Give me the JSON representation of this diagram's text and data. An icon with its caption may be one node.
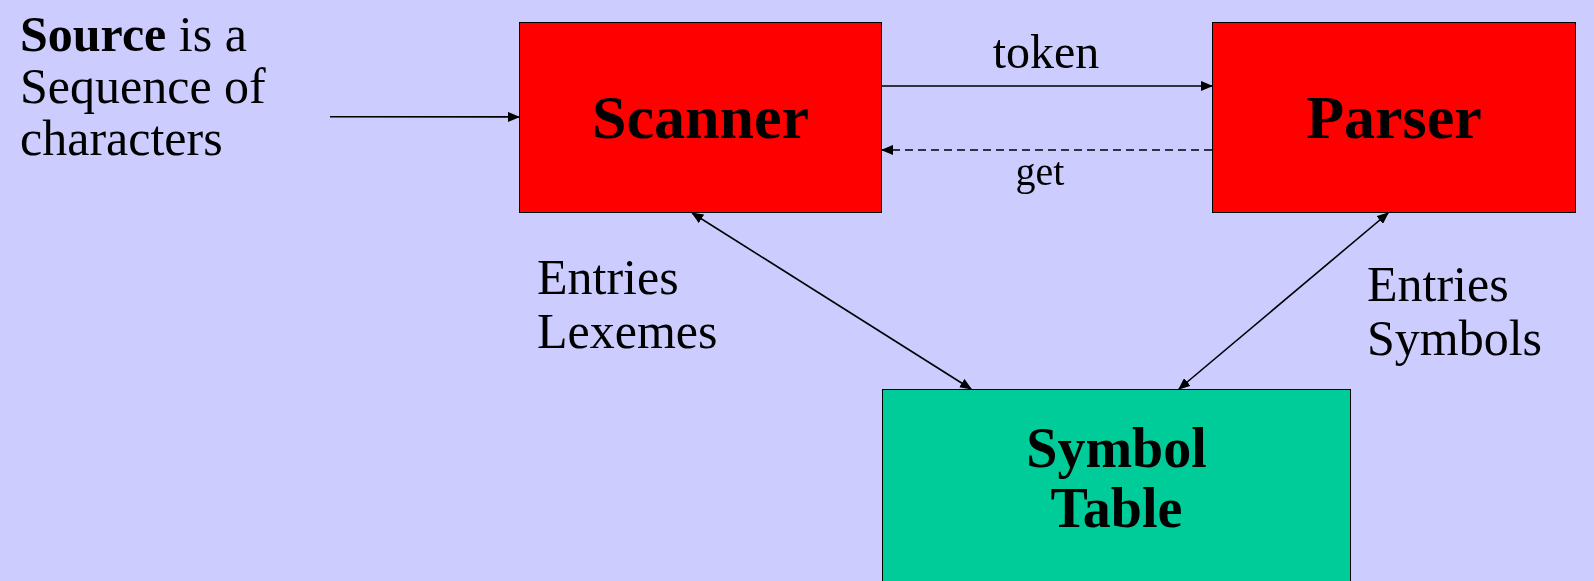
{
  "diagram": {
    "nodes": [
      {
        "text": [
          "**Source** is a Sequence of characters"
        ]
      },
      {
        "text": [
          "Scanner"
        ]
      },
      {
        "text": [
          "Parser"
        ]
      },
      {
        "text": [
          "Symbol Table"
        ]
      }
    ],
    "edges": [
      {
        "from": 0,
        "to": 1,
        "arrow": "to"
      },
      {
        "from": 1,
        "to": 2,
        "arrow": "to",
        "label": "token"
      },
      {
        "from": 2,
        "to": 1,
        "arrow": "to",
        "label": "get",
        "style": "dashed"
      },
      {
        "from": 1,
        "to": 3,
        "arrow": "both",
        "label": "Entries Lexemes"
      },
      {
        "from": 2,
        "to": 3,
        "arrow": "both",
        "label": "Entries Symbols"
      }
    ]
  }
}
